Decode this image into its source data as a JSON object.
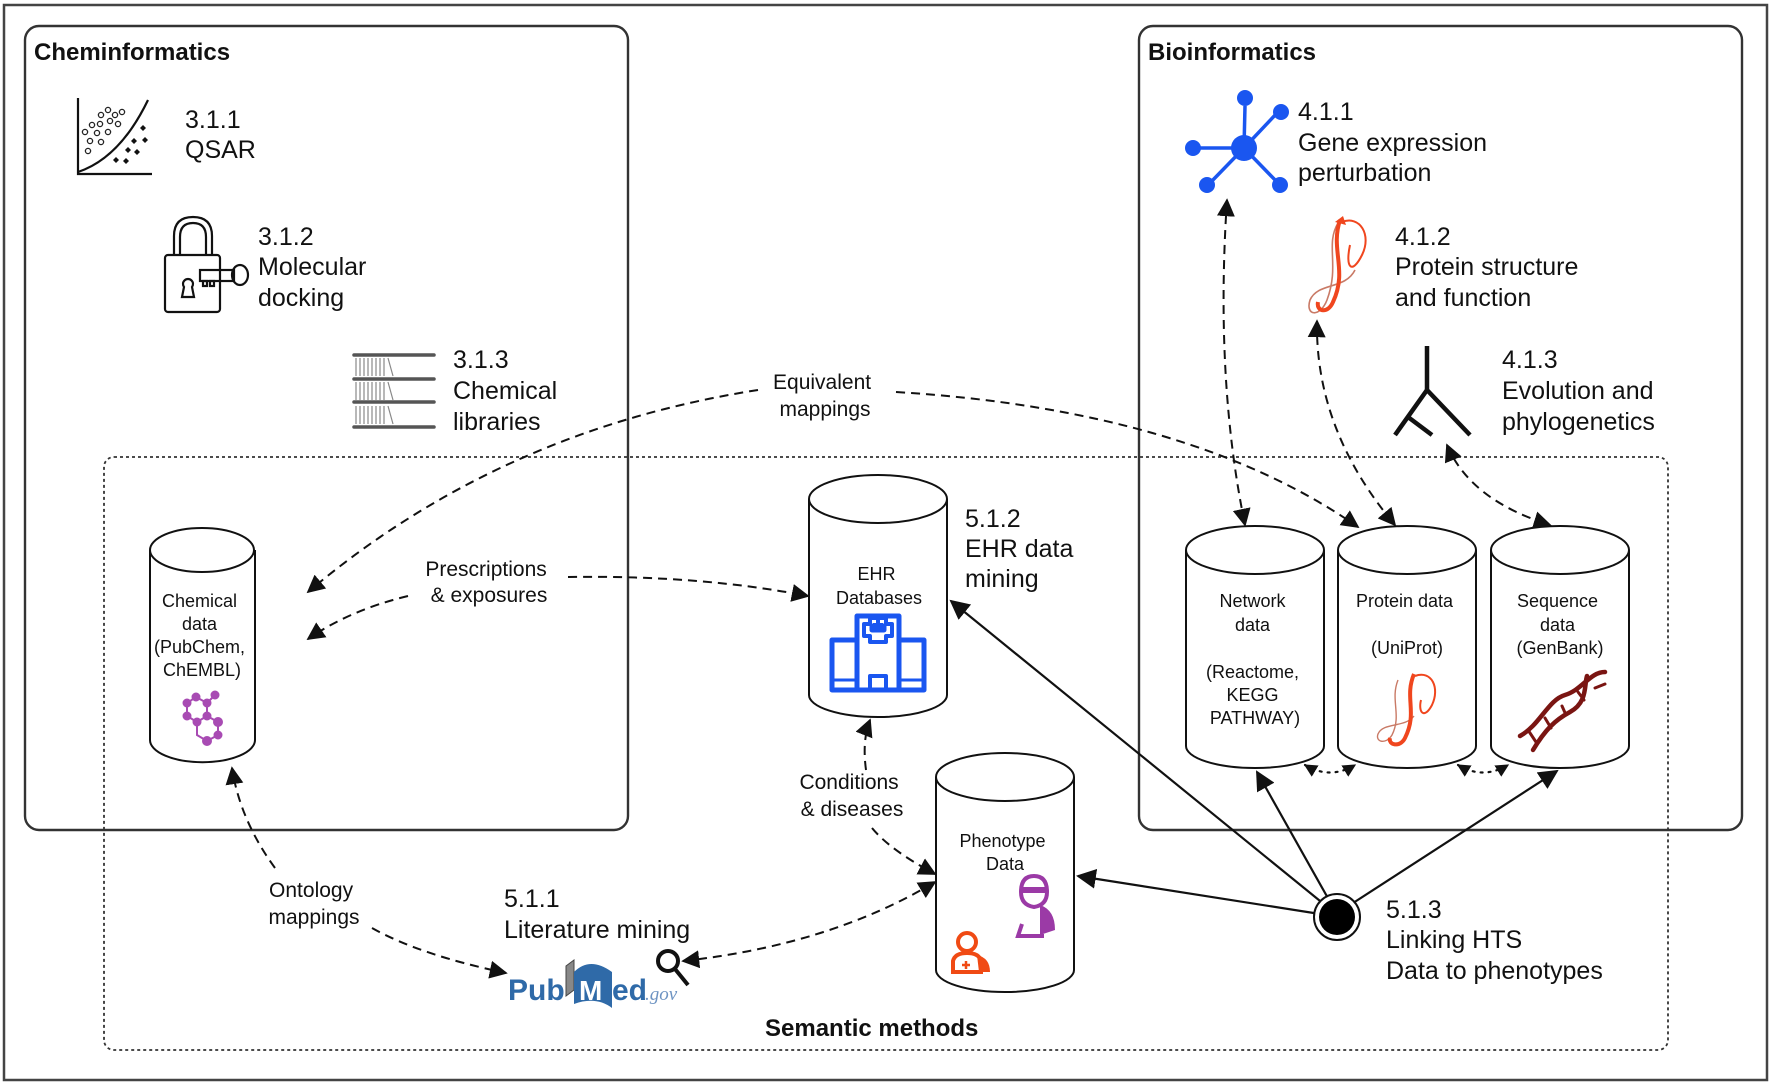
{
  "sections": {
    "cheminformatics": {
      "title": "Cheminformatics"
    },
    "bioinformatics": {
      "title": "Bioinformatics"
    },
    "semantic": {
      "title": "Semantic methods"
    }
  },
  "methods": {
    "qsar": {
      "number": "3.1.1",
      "lines": [
        "QSAR"
      ],
      "icon": "scatter-plot-icon"
    },
    "docking": {
      "number": "3.1.2",
      "lines": [
        "Molecular",
        "docking"
      ],
      "icon": "lock-and-key-icon"
    },
    "chemlib": {
      "number": "3.1.3",
      "lines": [
        "Chemical",
        "libraries"
      ],
      "icon": "library-stack-icon"
    },
    "gene": {
      "number": "4.1.1",
      "lines": [
        "Gene expression",
        "perturbation"
      ],
      "icon": "network-node-icon"
    },
    "protein": {
      "number": "4.1.2",
      "lines": [
        "Protein structure",
        "and function"
      ],
      "icon": "protein-ribbon-icon"
    },
    "evolution": {
      "number": "4.1.3",
      "lines": [
        "Evolution and",
        "phylogenetics"
      ],
      "icon": "phylogenetic-tree-icon"
    },
    "literature": {
      "number": "5.1.1",
      "lines": [
        "Literature mining"
      ],
      "icon": "magnifier-icon"
    },
    "ehr": {
      "number": "5.1.2",
      "lines": [
        "EHR data",
        "mining"
      ]
    },
    "hts": {
      "number": "5.1.3",
      "lines": [
        "Linking HTS",
        "Data to phenotypes"
      ]
    }
  },
  "databases": {
    "chemical": {
      "lines": [
        "Chemical",
        "data",
        "(PubChem,",
        "ChEMBL)"
      ],
      "icon": "molecule-icon"
    },
    "ehr": {
      "lines": [
        "EHR",
        "Databases"
      ],
      "icon": "hospital-icon"
    },
    "phenotype": {
      "lines": [
        "Phenotype",
        "Data"
      ],
      "icon": "patients-icon"
    },
    "network": {
      "lines": [
        "Network",
        "data",
        "",
        "(Reactome,",
        "KEGG",
        "PATHWAY)"
      ]
    },
    "protein": {
      "lines": [
        "Protein data",
        "",
        "(UniProt)"
      ],
      "icon": "protein-ribbon-icon"
    },
    "sequence": {
      "lines": [
        "Sequence",
        "data",
        "(GenBank)"
      ],
      "icon": "dna-helix-icon"
    }
  },
  "edge_labels": {
    "equivalent": [
      "Equivalent",
      "mappings"
    ],
    "prescriptions": [
      "Prescriptions",
      "& exposures"
    ],
    "conditions": [
      "Conditions",
      "& diseases"
    ],
    "ontology": [
      "Ontology",
      "mappings"
    ]
  },
  "pubmed": {
    "pub": "Pub",
    "m": "M",
    "ed": "ed",
    "gov": ".gov"
  },
  "colors": {
    "network_blue": "#1a56f0",
    "protein_orange": "#f0461e",
    "molecule_purple": "#a84bb3",
    "dna_red": "#7a1512",
    "pubmed_blue": "#2f6aa8",
    "patient_orange": "#f04a14",
    "patient_purple": "#9b3aa6"
  }
}
